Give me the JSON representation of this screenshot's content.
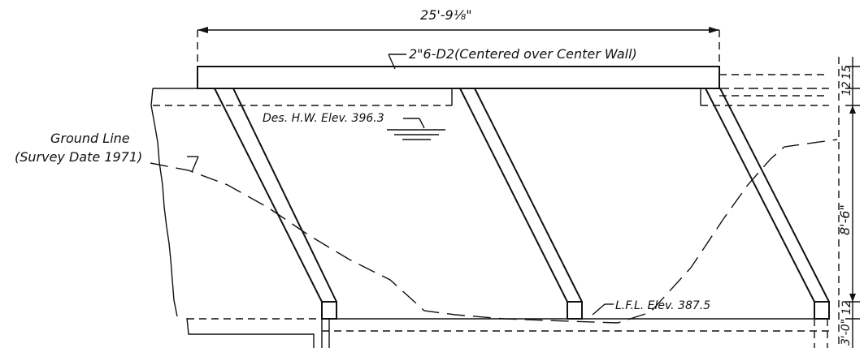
{
  "dimensions": {
    "overall_width": "25'-9⅛\"",
    "height_8_6": "8'-6\"",
    "height_3_0": "3'-0\"",
    "right_top_1": "12",
    "right_top_2": "15",
    "right_bottom": "12"
  },
  "labels": {
    "slab_callout": "2\"6-D2(Centered over Center Wall)",
    "design_high_water": "Des. H.W. Elev. 396.3",
    "ground_line_1": "Ground Line",
    "ground_line_2": "(Survey Date 1971)",
    "low_flow_line": "L.F.L. Elev. 387.5"
  }
}
